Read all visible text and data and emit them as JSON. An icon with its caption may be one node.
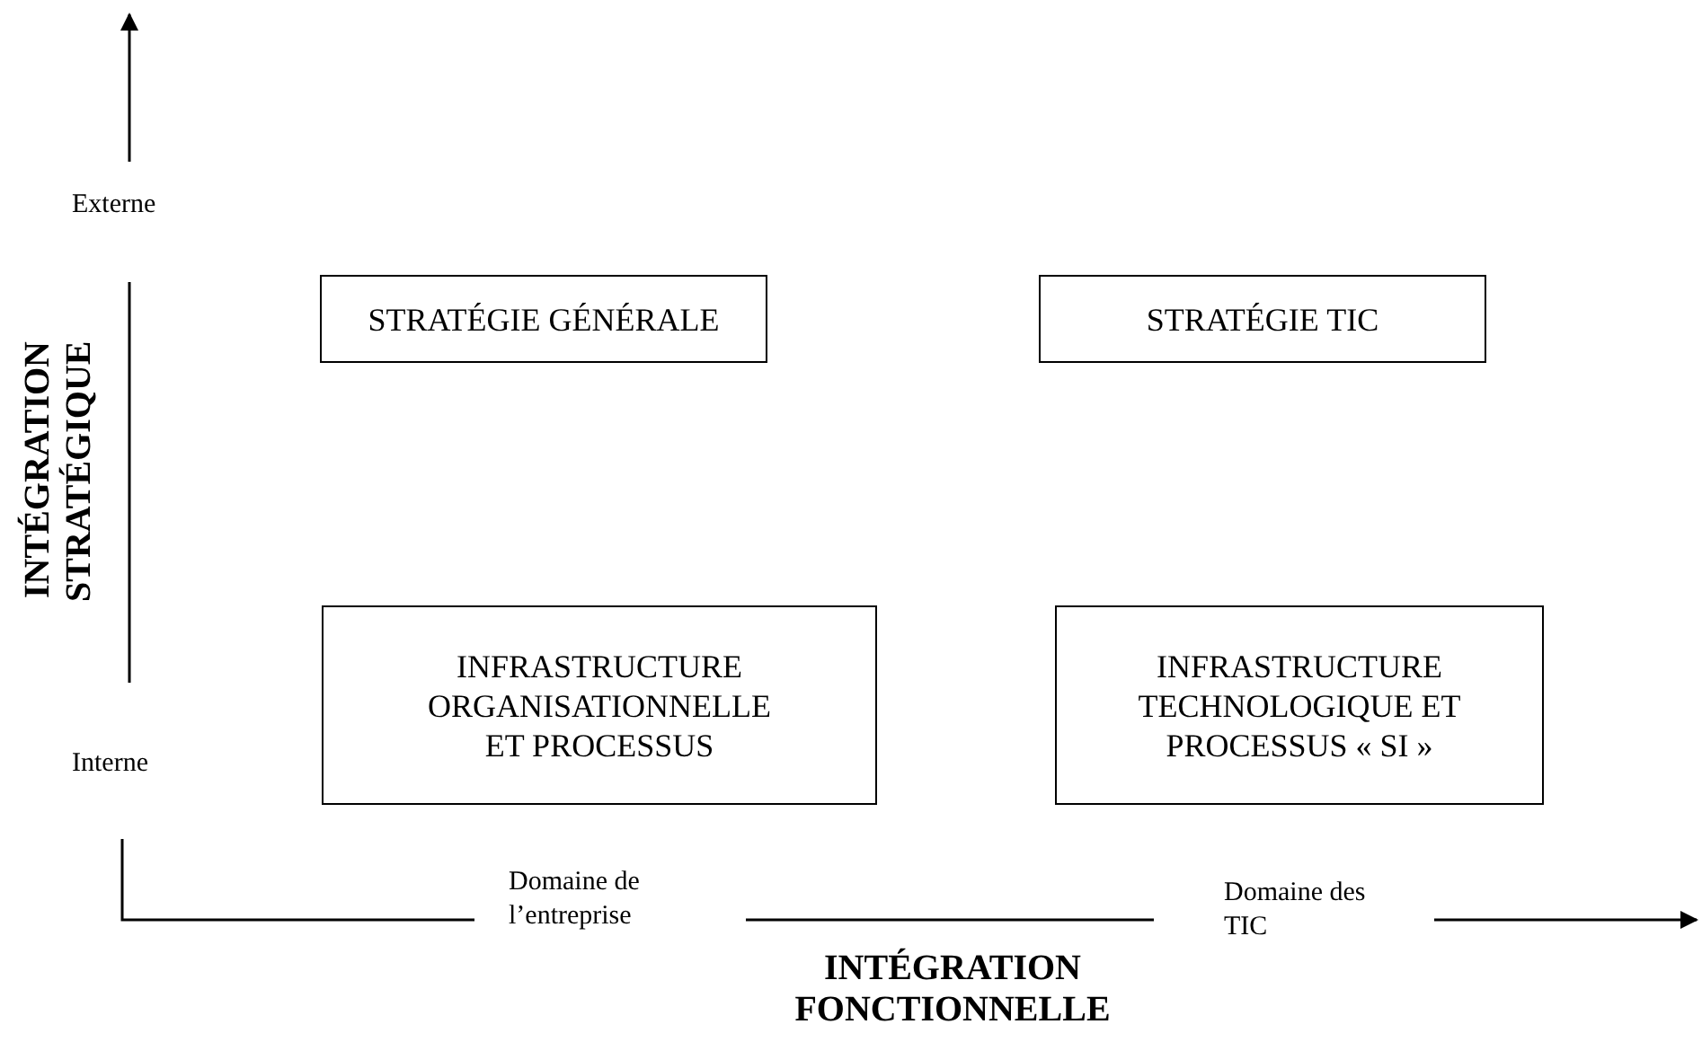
{
  "diagram": {
    "nodes": [
      {
        "text": [
          "STRATÉGIE GÉNÉRALE"
        ]
      },
      {
        "text": [
          "STRATÉGIE TIC"
        ]
      },
      {
        "text": [
          "INFRASTRUCTURE ORGANISATIONNELLE ET PROCESSUS"
        ]
      },
      {
        "text": [
          "INFRASTRUCTURE TECHNOLOGIQUE ET PROCESSUS  « SI »"
        ]
      }
    ],
    "edges": [],
    "labels": [
      "Externe",
      "INTÉGRATION STRATÉGIQUE",
      "Interne",
      "Domaine de l’entreprise",
      "Domaine des TIC",
      "INTÉGRATION FONCTIONNELLE"
    ]
  }
}
